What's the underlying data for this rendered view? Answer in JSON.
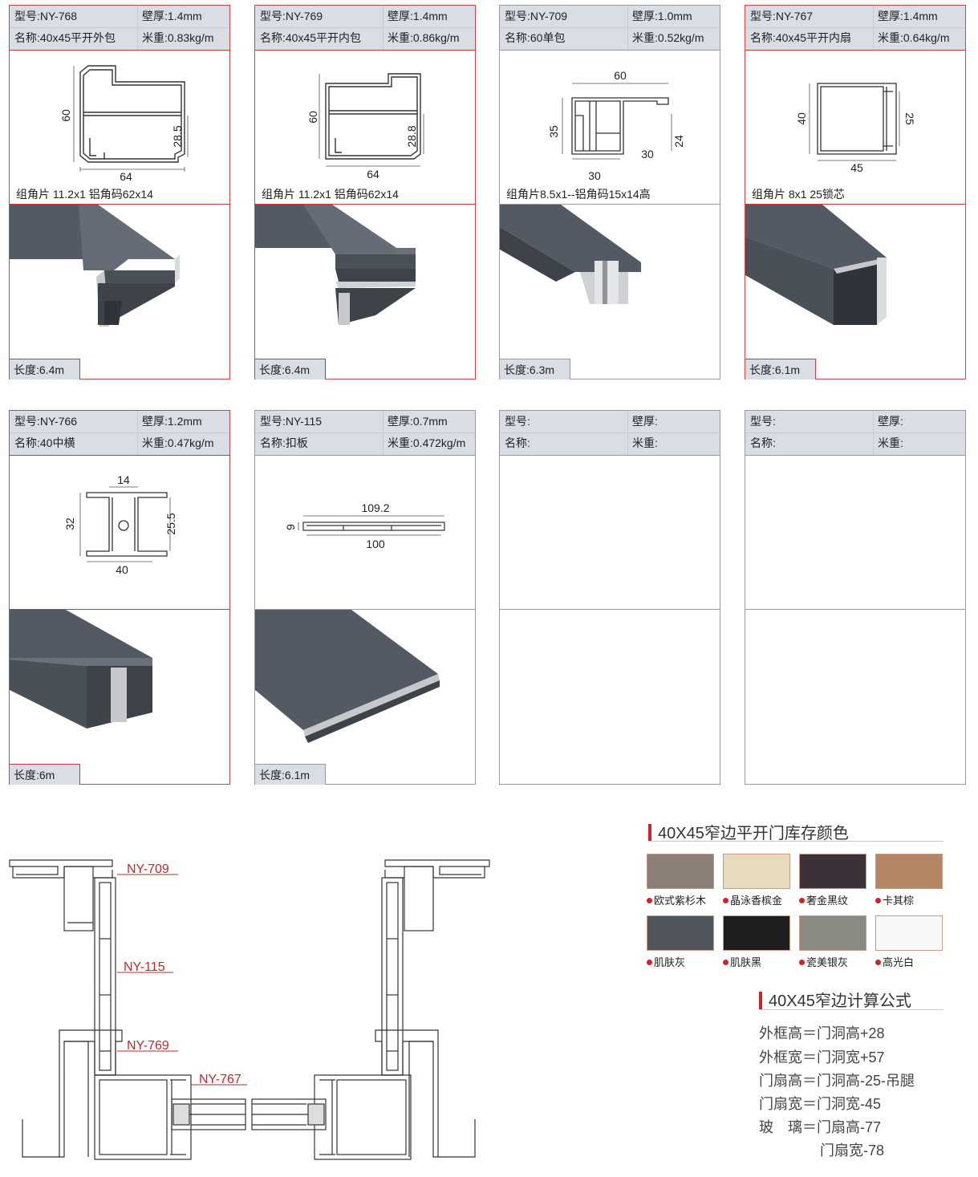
{
  "cards": [
    {
      "model": "型号:NY-768",
      "thickness": "壁厚:1.4mm",
      "name": "名称:40x45平开外包",
      "weight": "米重:0.83kg/m",
      "note": "组角片 11.2x1   铝角码62x14",
      "length": "长度:6.4m",
      "dims": [
        "60",
        "28.5",
        "64"
      ]
    },
    {
      "model": "型号:NY-769",
      "thickness": "壁厚:1.4mm",
      "name": "名称:40x45平开内包",
      "weight": "米重:0.86kg/m",
      "note": "组角片 11.2x1   铝角码62x14",
      "length": "长度:6.4m",
      "dims": [
        "60",
        "28.8",
        "64"
      ]
    },
    {
      "model": "型号:NY-709",
      "thickness": "壁厚:1.0mm",
      "name": "名称:60单包",
      "weight": "米重:0.52kg/m",
      "note": "组角片8.5x1--铝角码15x14高",
      "length": "长度:6.3m",
      "dims": [
        "60",
        "35",
        "24",
        "30",
        "30"
      ]
    },
    {
      "model": "型号:NY-767",
      "thickness": "壁厚:1.4mm",
      "name": "名称:40x45平开内扇",
      "weight": "米重:0.64kg/m",
      "note": "组角片 8x1   25锁芯",
      "length": "长度:6.1m",
      "dims": [
        "40",
        "25",
        "45"
      ]
    },
    {
      "model": "型号:NY-766",
      "thickness": "壁厚:1.2mm",
      "name": "名称:40中横",
      "weight": "米重:0.47kg/m",
      "note": "",
      "length": "长度:6m",
      "dims": [
        "14",
        "32",
        "25.5",
        "40"
      ]
    },
    {
      "model": "型号:NY-115",
      "thickness": "壁厚:0.7mm",
      "name": "名称:扣板",
      "weight": "米重:0.472kg/m",
      "note": "",
      "length": "长度:6.1m",
      "dims": [
        "109.2",
        "9",
        "100"
      ]
    },
    {
      "model": "型号:",
      "thickness": "壁厚:",
      "name": "名称:",
      "weight": "米重:",
      "note": "",
      "length": "",
      "dims": []
    },
    {
      "model": "型号:",
      "thickness": "壁厚:",
      "name": "名称:",
      "weight": "米重:",
      "note": "",
      "length": "",
      "dims": []
    }
  ],
  "assembly": {
    "labels": [
      "NY-709",
      "NY-115",
      "NY-769",
      "NY-767"
    ]
  },
  "colors": {
    "title": "40X45窄边平开门库存颜色",
    "items": [
      {
        "name": "欧式紫杉木",
        "hex": "#8a7f76"
      },
      {
        "name": "晶泳香槟金",
        "hex": "#e6dcbc"
      },
      {
        "name": "奢金黑纹",
        "hex": "#3b3138"
      },
      {
        "name": "卡其棕",
        "hex": "#b48764"
      },
      {
        "name": "肌肤灰",
        "hex": "#50555c"
      },
      {
        "name": "肌肤黑",
        "hex": "#1e1e1e"
      },
      {
        "name": "瓷美银灰",
        "hex": "#8b8a82"
      },
      {
        "name": "高光白",
        "hex": "#f7f7f7"
      }
    ]
  },
  "formulas": {
    "title": "40X45窄边计算公式",
    "lines": [
      "外框高＝门洞高+28",
      "外框宽＝门洞宽+57",
      "门扇高＝门洞高-25-吊腿",
      "门扇宽＝门洞宽-45",
      "玻　璃＝门扇高-77",
      "门扇宽-78"
    ]
  }
}
